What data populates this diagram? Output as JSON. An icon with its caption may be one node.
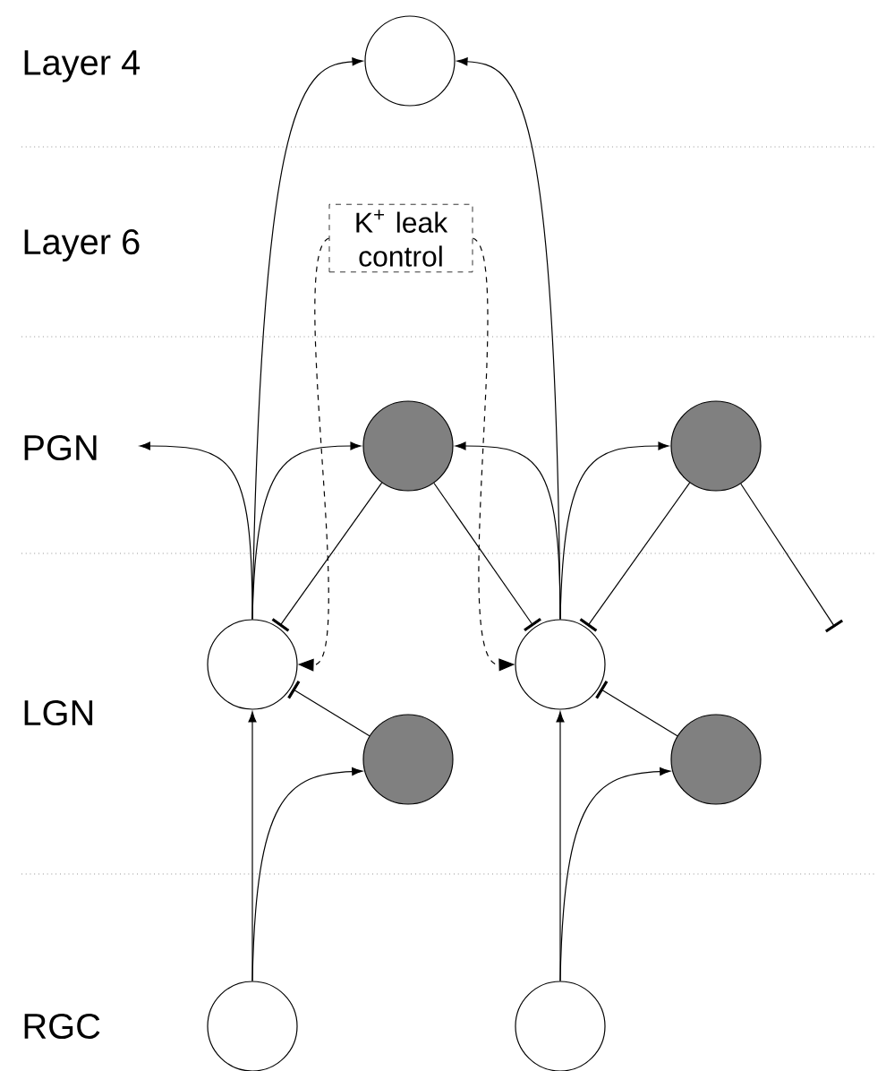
{
  "diagram": {
    "nodes": [
      {
        "text": [],
        "shape": "circle"
      },
      {
        "text": [
          "K$^{+}$ leak control"
        ]
      },
      {
        "text": [],
        "shape": "circle"
      },
      {
        "text": [],
        "shape": "circle"
      },
      {
        "text": [],
        "shape": "circle"
      },
      {
        "text": [],
        "shape": "circle"
      },
      {
        "text": [],
        "shape": "circle"
      },
      {
        "text": [],
        "shape": "circle"
      },
      {
        "text": [],
        "shape": "circle"
      },
      {
        "text": [],
        "shape": "circle"
      }
    ],
    "edges": [
      {
        "from": 8,
        "to": 4,
        "arrow": "to"
      },
      {
        "from": 8,
        "to": 6,
        "arrow": "to"
      },
      {
        "from": 9,
        "to": 5,
        "arrow": "to"
      },
      {
        "from": 9,
        "to": 7,
        "arrow": "to"
      },
      {
        "from": 6,
        "to": 4,
        "arrow": "other"
      },
      {
        "from": 7,
        "to": 5,
        "arrow": "other"
      },
      {
        "from": 4,
        "to": 0,
        "arrow": "to"
      },
      {
        "from": 4,
        "to": null,
        "arrow": "to"
      },
      {
        "from": 4,
        "to": 2,
        "arrow": "to"
      },
      {
        "from": 5,
        "to": 0,
        "arrow": "to"
      },
      {
        "from": 5,
        "to": 2,
        "arrow": "to"
      },
      {
        "from": 5,
        "to": 3,
        "arrow": "to"
      },
      {
        "from": 2,
        "to": 4,
        "arrow": "other"
      },
      {
        "from": 2,
        "to": 5,
        "arrow": "other"
      },
      {
        "from": 3,
        "to": 5,
        "arrow": "other"
      },
      {
        "from": 3,
        "to": null,
        "arrow": "other"
      },
      {
        "from": 1,
        "to": 4,
        "arrow": "to",
        "style": "dashed"
      },
      {
        "from": 1,
        "to": 5,
        "arrow": "to",
        "style": "dashed"
      }
    ],
    "labels": [
      "Layer 4",
      "Layer 6",
      "PGN",
      "LGN",
      "RGC"
    ]
  }
}
